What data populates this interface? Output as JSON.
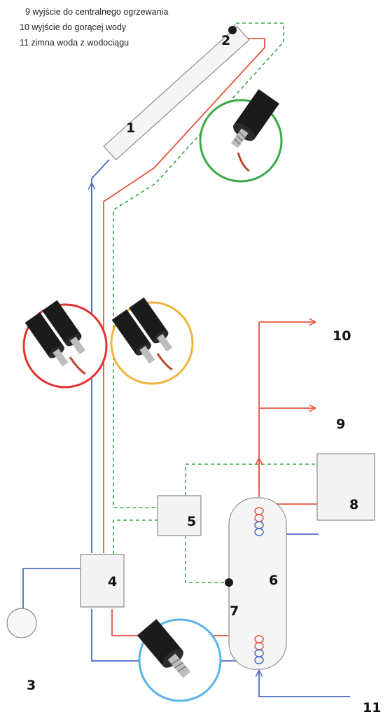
{
  "legend": [
    "9 wyjście do centralnego ogrzewania",
    "10 wyjście do gorącej wody",
    "11 zimna woda z wodociągu"
  ],
  "labels": {
    "n1": "1",
    "n2": "2",
    "n3": "3",
    "n4": "4",
    "n5": "5",
    "n6": "6",
    "n7": "7",
    "n8": "8",
    "n9": "9",
    "n10": "10",
    "n11": "11"
  },
  "colors": {
    "hot_pipe": "#e8543c",
    "cold_pipe": "#4a6bc4",
    "control_cable": "#3aa84a",
    "ring_green": "#3aa84a",
    "ring_red": "#e0322f",
    "ring_yellow": "#f2b43a",
    "ring_blue": "#5ab4e6",
    "box_border": "#8a8a8a",
    "box_fill": "#f3f3f3"
  },
  "icons": [
    "pipe-insulation-icon",
    "pipe-insulation-icon",
    "pipe-insulation-icon",
    "pipe-insulation-icon"
  ]
}
